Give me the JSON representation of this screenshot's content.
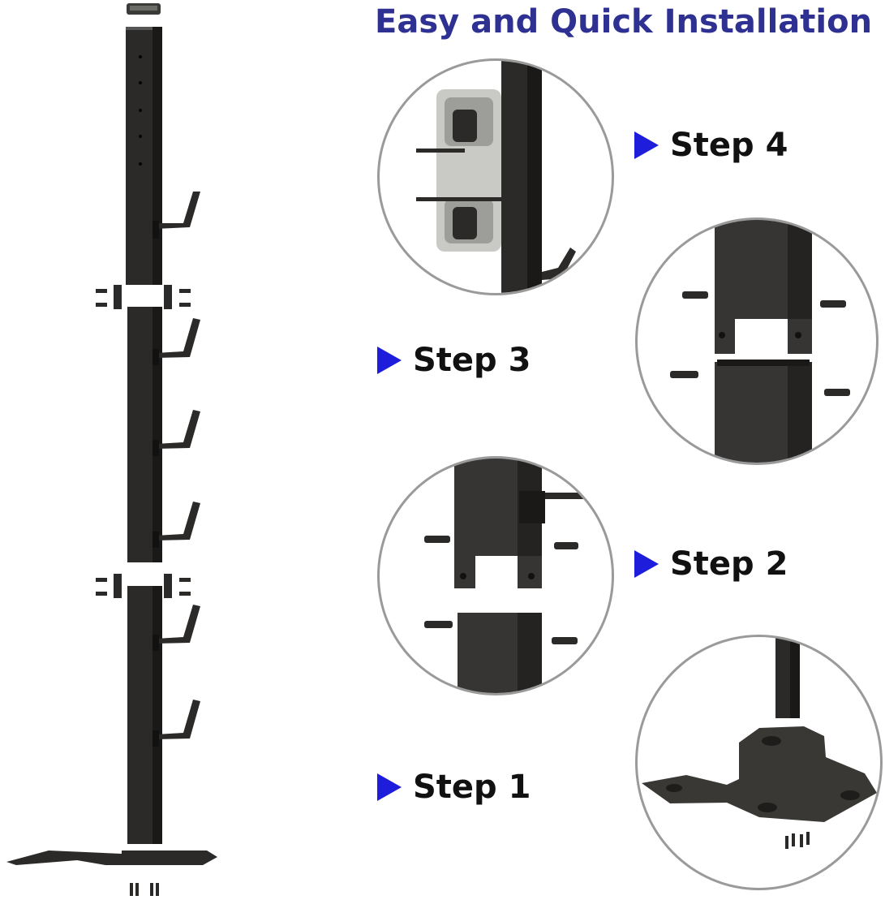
{
  "title": "Easy and Quick Installation",
  "steps": [
    {
      "label": "Step 4"
    },
    {
      "label": "Step 3"
    },
    {
      "label": "Step 2"
    },
    {
      "label": "Step 1"
    }
  ],
  "colors": {
    "title": "#2e3192",
    "arrow": "#1d1ddb",
    "metal": "#2b2a28",
    "circle_border": "#9a9a9a"
  },
  "icons": [
    "play-arrow-icon"
  ]
}
